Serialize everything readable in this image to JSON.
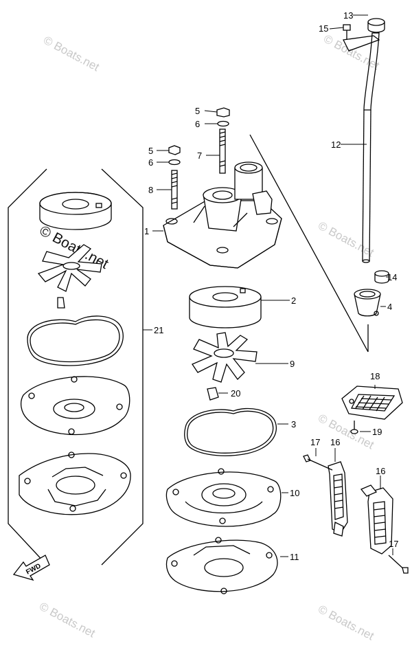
{
  "watermark": {
    "faint": "© Boats.net",
    "main": "© Boats.net"
  },
  "direction": "FWD",
  "labels": {
    "p1": "1",
    "p2": "2",
    "p3": "3",
    "p4": "4",
    "p5a": "5",
    "p5b": "5",
    "p6a": "6",
    "p6b": "6",
    "p7": "7",
    "p8": "8",
    "p9": "9",
    "p10": "10",
    "p11": "11",
    "p12": "12",
    "p13": "13",
    "p14": "14",
    "p15": "15",
    "p16a": "16",
    "p16b": "16",
    "p17a": "17",
    "p17b": "17",
    "p18": "18",
    "p19": "19",
    "p20": "20",
    "p21": "21"
  }
}
